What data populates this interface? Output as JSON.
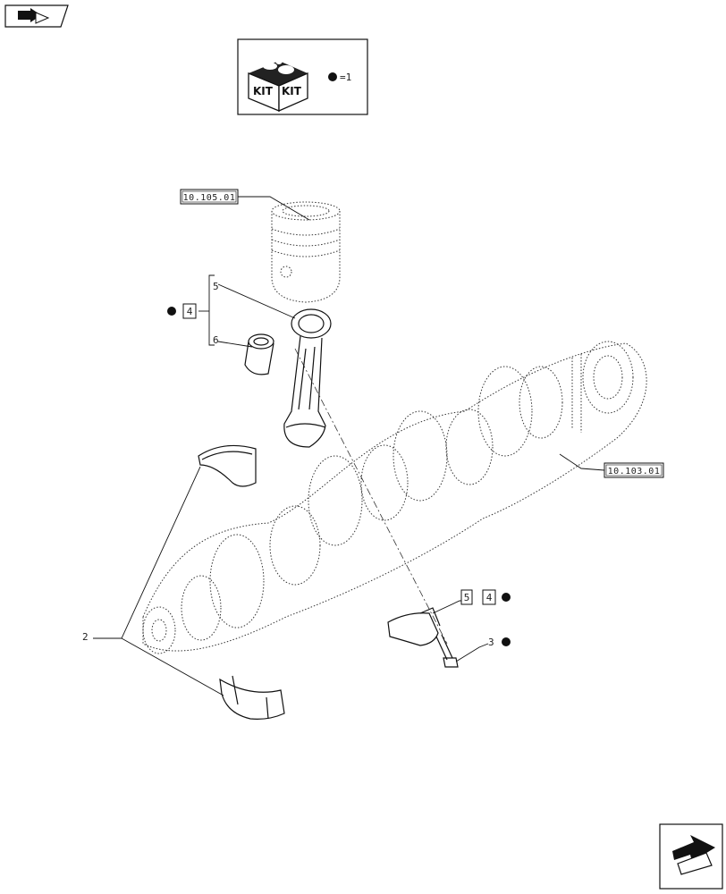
{
  "kit_legend": {
    "kit_text_1": "KIT",
    "kit_text_2": "KIT",
    "equals_label": "=1"
  },
  "references": {
    "piston_group": "10.105.01",
    "crankshaft": "10.103.01"
  },
  "callouts": {
    "main_bearing": "2",
    "cap_screw": "3",
    "kit_qty_conrod": "4",
    "kit_qty_cap": "4",
    "connecting_rod": "5",
    "connecting_rod_cap": "5",
    "small_end_bushing": "6"
  },
  "icons": {
    "top_nav": "previous-page-arrow-icon",
    "bottom_nav": "next-page-arrow-icon",
    "kit_box": "kit-box-icon"
  }
}
